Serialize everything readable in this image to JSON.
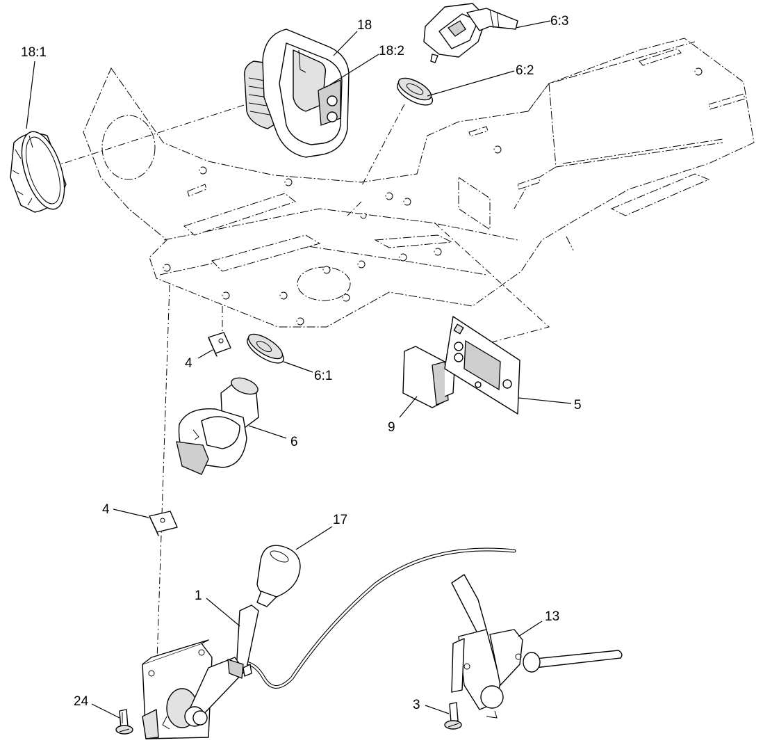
{
  "callouts": {
    "c18_1": "18:1",
    "c18": "18",
    "c18_2": "18:2",
    "c6_3": "6:3",
    "c6_2": "6:2",
    "c4_top": "4",
    "c6_1": "6:1",
    "c6": "6",
    "c9": "9",
    "c5": "5",
    "c4_bottom": "4",
    "c17": "17",
    "c1": "1",
    "c13": "13",
    "c24": "24",
    "c3": "3"
  }
}
